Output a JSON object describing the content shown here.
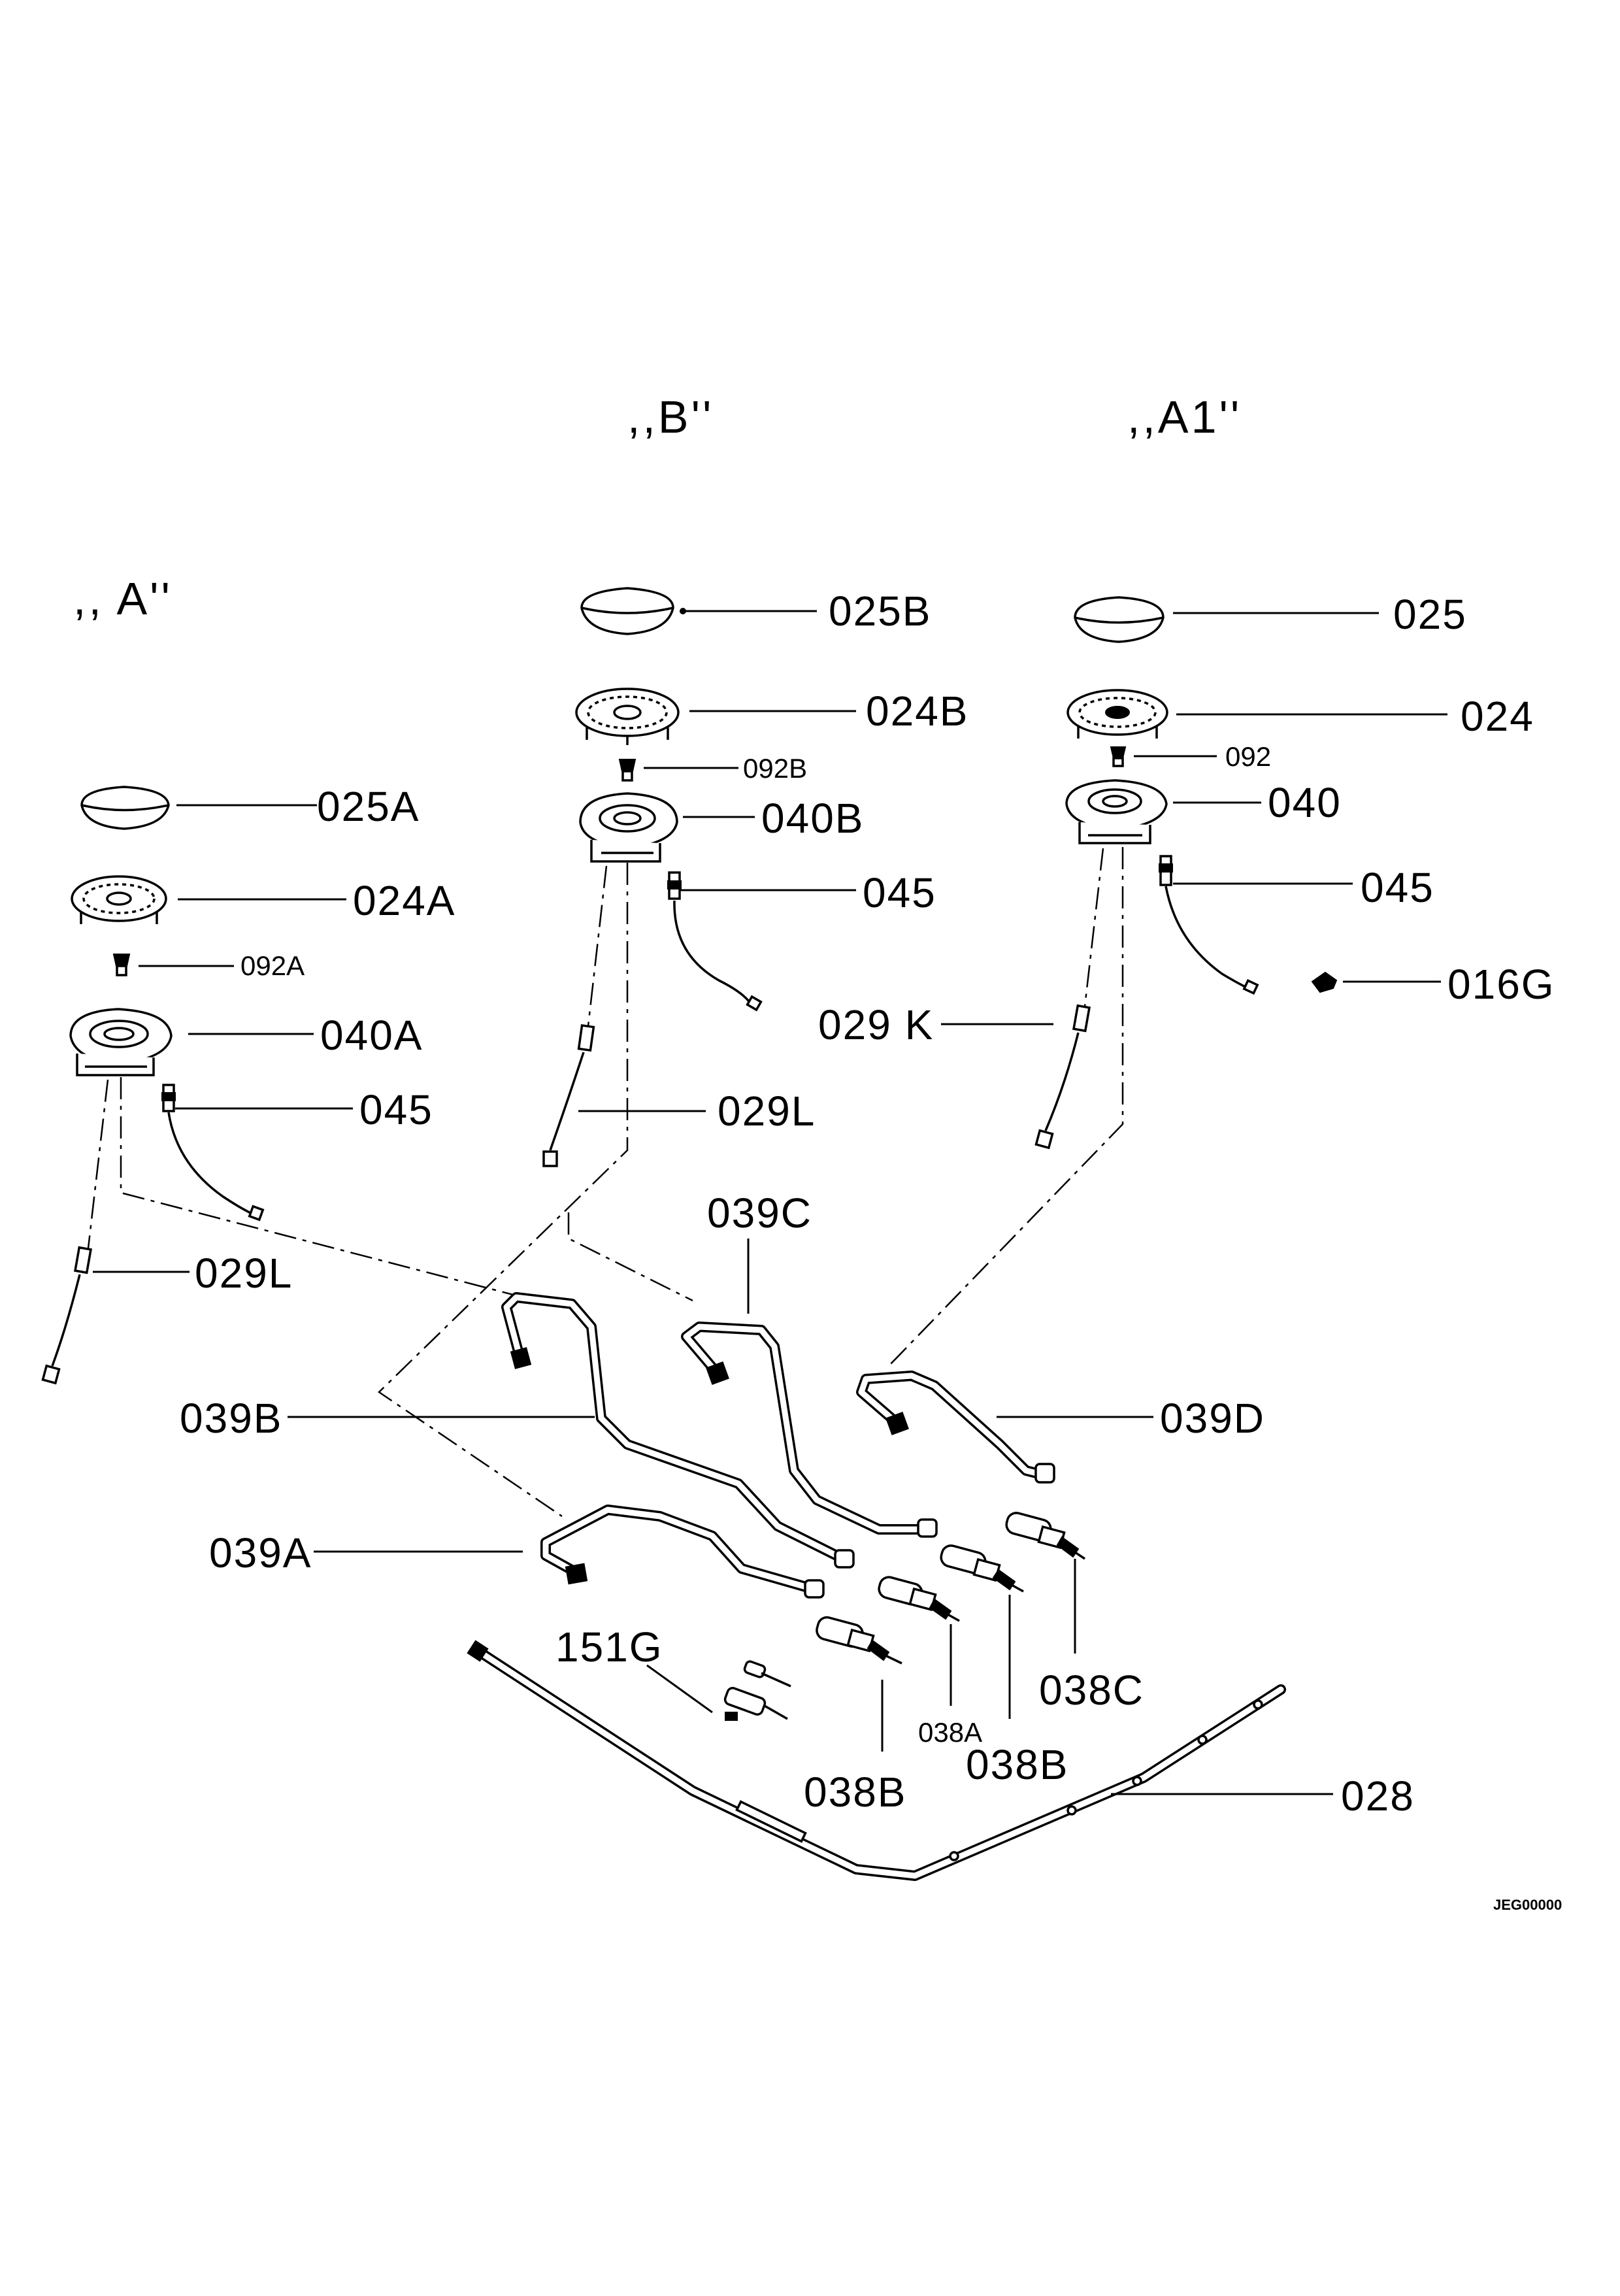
{
  "diagram": {
    "group_labels": {
      "a": ",, A''",
      "b": ",,B''",
      "a1": ",,A1''"
    },
    "labels": {
      "l025b": "025B",
      "l024b": "024B",
      "l092b": "092B",
      "l040b": "040B",
      "l045b": "045",
      "l029l_b": "029L",
      "l025": "025",
      "l024": "024",
      "l092": "092",
      "l040": "040",
      "l045_a1": "045",
      "l016g": "016G",
      "l029k": "029 K",
      "l025a": "025A",
      "l024a": "024A",
      "l092a": "092A",
      "l040a": "040A",
      "l045_a": "045",
      "l029l_a": "029L",
      "l039c": "039C",
      "l039b": "039B",
      "l039d": "039D",
      "l039a": "039A",
      "l151g": "151G",
      "l038c": "038C",
      "l038a": "038A",
      "l038b_left": "038B",
      "l038b_right": "038B",
      "l028": "028"
    },
    "drawing_code": "JEG00000"
  }
}
